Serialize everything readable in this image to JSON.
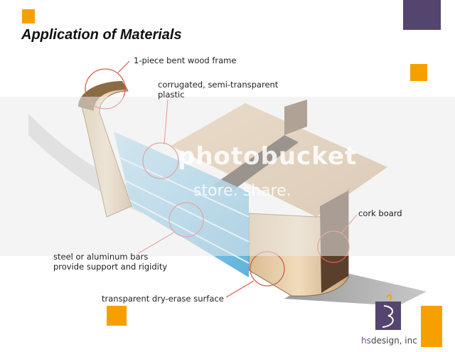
{
  "title": "Application of Materials",
  "labels": {
    "frame": "1-piece bent wood frame",
    "plastic_line1": "corrugated, semi-transparent",
    "plastic_line2": "plastic",
    "cork": "cork board",
    "bars_line1": "steel or aluminum bars",
    "bars_line2": "provide support and rigidity",
    "dry_erase": "transparent dry-erase surface"
  },
  "brand": {
    "prefix": "hs",
    "rest": "design, inc"
  },
  "watermark": {
    "main": "photobucket",
    "sub": "store. share."
  },
  "colors": {
    "orange": "#f6a000",
    "purple": "#54456e",
    "callout": "#d85a4a",
    "wood": "#c9a478",
    "glass": "#7fc6e8",
    "cork": "#5a3f2c"
  }
}
